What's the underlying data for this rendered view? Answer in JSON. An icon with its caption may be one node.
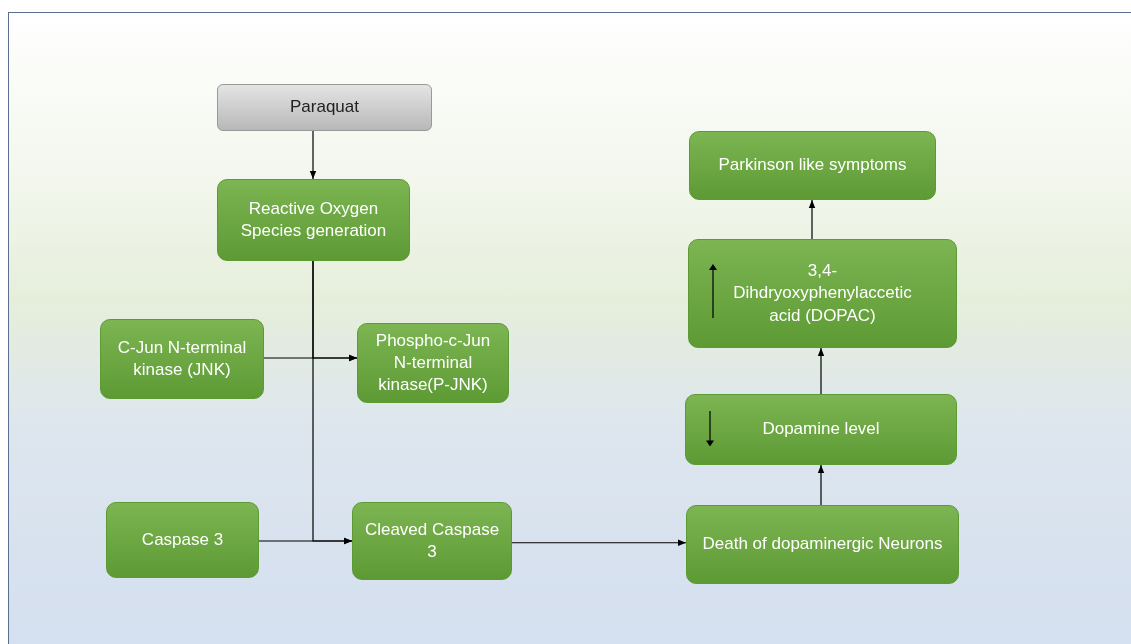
{
  "diagram": {
    "nodes": [
      {
        "text": [
          "Paraquat"
        ]
      },
      {
        "text": [
          "Reactive Oxygen Species generation"
        ]
      },
      {
        "text": [
          "C-Jun N-terminal kinase (JNK)"
        ]
      },
      {
        "text": [
          "Phospho-c-Jun N-terminal kinase(P-JNK)"
        ]
      },
      {
        "text": [
          "Caspase 3"
        ]
      },
      {
        "text": [
          "Cleaved Caspase 3"
        ]
      },
      {
        "text": [
          "Death of dopaminergic Neurons"
        ]
      },
      {
        "text": [
          "Dopamine level"
        ]
      },
      {
        "text": [
          "3,4-Dihdryoxyphenylaccetic acid (DOPAC)"
        ]
      },
      {
        "text": [
          "Parkinson like symptoms"
        ]
      }
    ],
    "edges": [
      {
        "from": 0,
        "to": 1,
        "arrow": "to"
      },
      {
        "from": 1,
        "to": 3,
        "arrow": "to"
      },
      {
        "from": 2,
        "to": 3,
        "arrow": "to"
      },
      {
        "from": 1,
        "to": 5,
        "arrow": "to"
      },
      {
        "from": 4,
        "to": 5,
        "arrow": "to"
      },
      {
        "from": 5,
        "to": 6,
        "arrow": "to"
      },
      {
        "from": 6,
        "to": 7,
        "arrow": "to"
      },
      {
        "from": 7,
        "to": 8,
        "arrow": "to"
      },
      {
        "from": 8,
        "to": 9,
        "arrow": "to"
      }
    ]
  }
}
